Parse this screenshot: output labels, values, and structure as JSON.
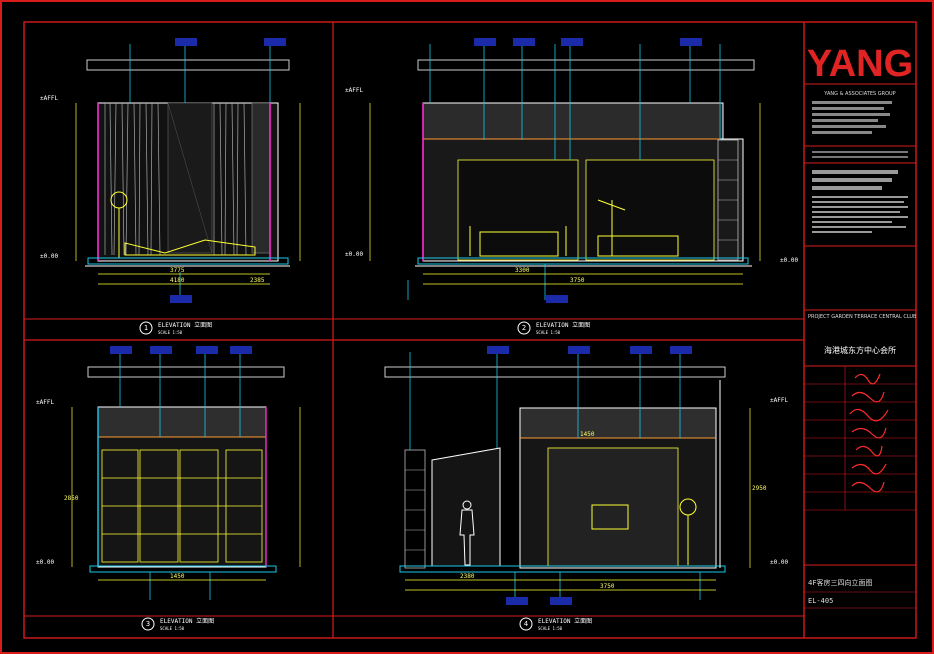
{
  "title_block": {
    "logo": "YANG",
    "company": "YANG & ASSOCIATES GROUP",
    "project_name": "海港城东方中心会所",
    "project_code": "PROJECT\nGARDEN TERRACE CENTRAL CLUB",
    "sheet_title": "4F客房三四向立面图",
    "sheet_number": "EL-405"
  },
  "elevations": [
    {
      "number": "1",
      "label": "ELEVATION 立面图",
      "scale": "SCALE 1:50"
    },
    {
      "number": "2",
      "label": "ELEVATION 立面图",
      "scale": "SCALE 1:50"
    },
    {
      "number": "3",
      "label": "ELEVATION 立面图",
      "scale": "SCALE 1:50"
    },
    {
      "number": "4",
      "label": "ELEVATION 立面图",
      "scale": "SCALE 1:50"
    }
  ],
  "dimensions": {
    "e1": [
      "3775",
      "4180",
      "2385"
    ],
    "e2": [
      "3300",
      "3750"
    ],
    "e3": [
      "1450",
      "2850"
    ],
    "e4": [
      "2380",
      "3750",
      "1450",
      "2950"
    ]
  },
  "colors": {
    "frame": "#d81b1b",
    "line": "#ffffff",
    "accent_yellow": "#ffff33",
    "accent_cyan": "#19c9e8",
    "accent_magenta": "#ff2bd6",
    "tag_fill": "#1b2aa8"
  }
}
